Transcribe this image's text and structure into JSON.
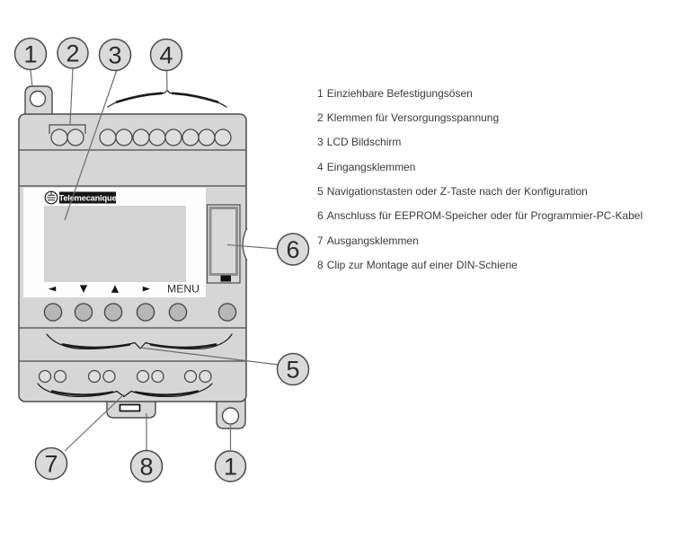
{
  "device": {
    "brand": "Telemecanique",
    "display": {
      "nav_arrows": [
        "◄",
        "▼",
        "▲",
        "►"
      ],
      "menu_label": "MENU"
    },
    "callouts": {
      "top": [
        "1",
        "2",
        "3",
        "4"
      ],
      "eeprom": "6",
      "nav": "5",
      "output": "7",
      "clip": "8",
      "lug_bottom": "1"
    }
  },
  "legend": {
    "items": [
      {
        "ref": "1",
        "label": "Einziehbare Befestigungsösen"
      },
      {
        "ref": "2",
        "label": "Klemmen für Versorgungsspannung"
      },
      {
        "ref": "3",
        "label": "LCD Bildschirm"
      },
      {
        "ref": "4",
        "label": "Eingangsklemmen"
      },
      {
        "ref": "5",
        "label": "Navigationstasten oder Z-Taste nach der Konfiguration"
      },
      {
        "ref": "6",
        "label": "Anschluss für EEPROM-Speicher oder für Programmier-PC-Kabel"
      },
      {
        "ref": "7",
        "label": "Ausgangsklemmen"
      },
      {
        "ref": "8",
        "label": "Clip zur Montage auf einer DIN-Schiene"
      }
    ]
  },
  "colors": {
    "device_fill": "#d6d6d6",
    "panel_fill": "#fdfdfd",
    "screen_fill": "#d4d4d4",
    "button_fill": "#b7b7b7",
    "outline": "#4a4a4a",
    "logo_bg": "#161616",
    "logo_text": "#ffffff",
    "legend_text": "#3a3a3a"
  }
}
